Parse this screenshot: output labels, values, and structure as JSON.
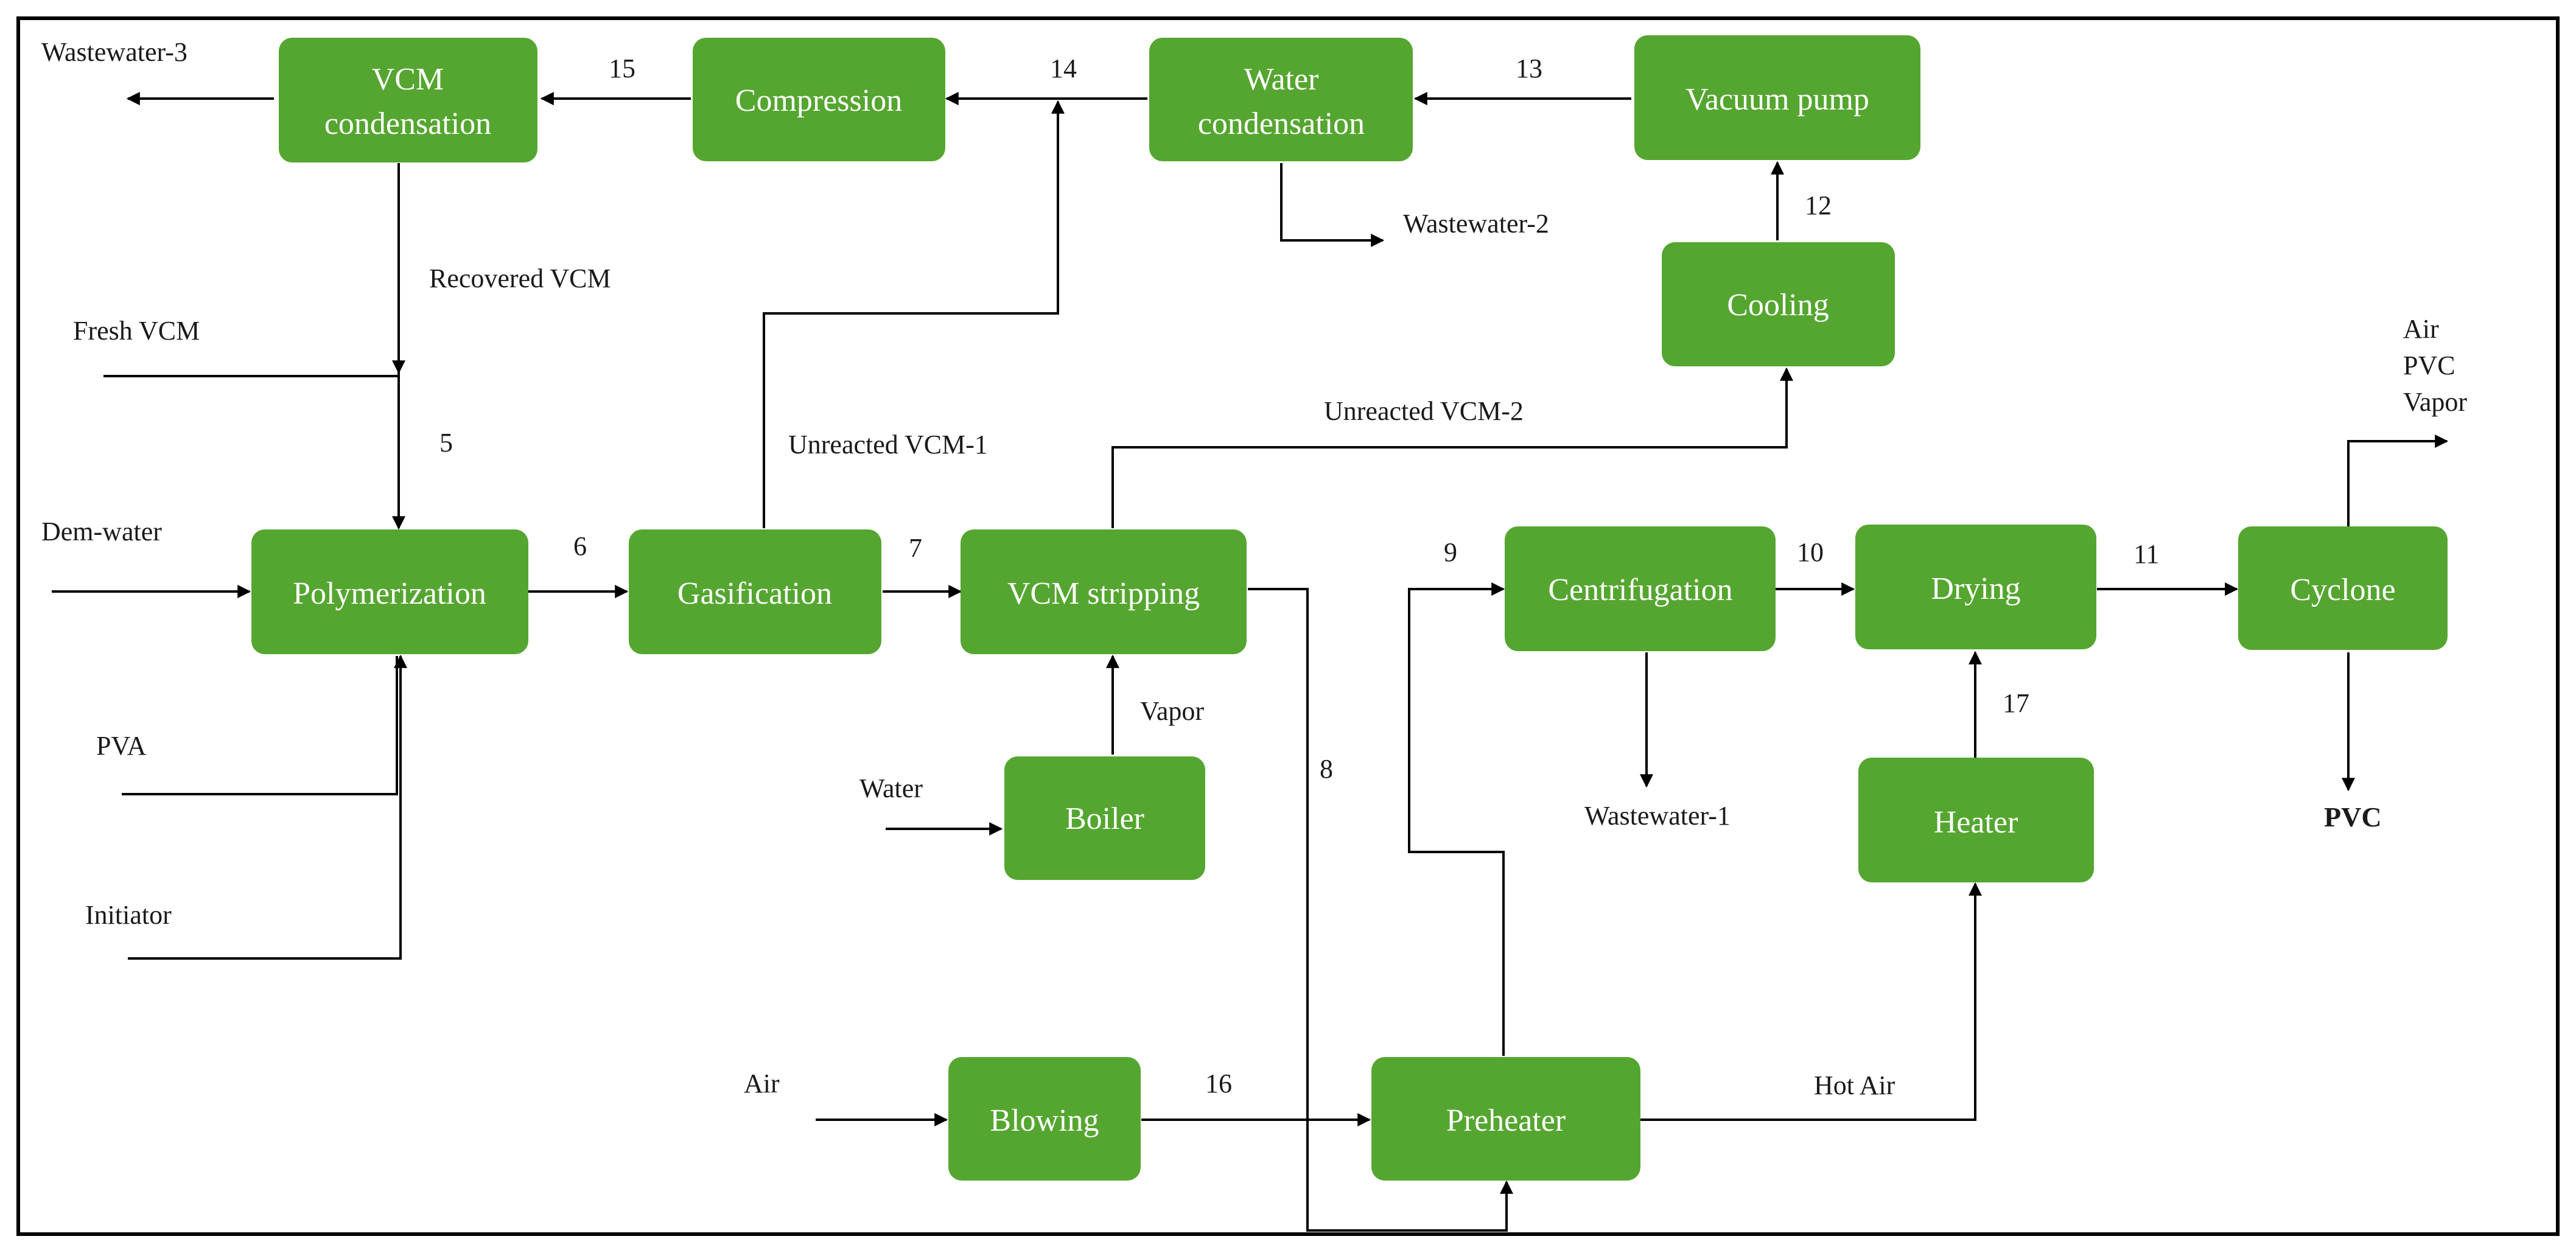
{
  "colors": {
    "box_fill": "#55a630",
    "line": "#000000",
    "frame": "#000000",
    "box_text": "#ffffff"
  },
  "units": {
    "vcm_condensation": [
      "VCM",
      "condensation"
    ],
    "compression": [
      "Compression"
    ],
    "water_condensation": [
      "Water",
      "condensation"
    ],
    "vacuum_pump": [
      "Vacuum pump"
    ],
    "cooling": [
      "Cooling"
    ],
    "polymerization": [
      "Polymerization"
    ],
    "gasification": [
      "Gasification"
    ],
    "vcm_stripping": [
      "VCM stripping"
    ],
    "boiler": [
      "Boiler"
    ],
    "centrifugation": [
      "Centrifugation"
    ],
    "drying": [
      "Drying"
    ],
    "heater": [
      "Heater"
    ],
    "cyclone": [
      "Cyclone"
    ],
    "blowing": [
      "Blowing"
    ],
    "preheater": [
      "Preheater"
    ]
  },
  "streams": {
    "wastewater_3": "Wastewater-3",
    "recovered_vcm": "Recovered VCM",
    "fresh_vcm": "Fresh VCM",
    "dem_water": "Dem-water",
    "pva": "PVA",
    "initiator": "Initiator",
    "unreacted_vcm_1": "Unreacted VCM-1",
    "unreacted_vcm_2": "Unreacted VCM-2",
    "wastewater_2": "Wastewater-2",
    "wastewater_1": "Wastewater-1",
    "water": "Water",
    "vapor": "Vapor",
    "air_in": "Air",
    "hot_air": "Hot Air",
    "cyclone_out": [
      "Air",
      "PVC",
      "Vapor"
    ],
    "pvc_product": "PVC"
  },
  "stream_numbers": {
    "s5": "5",
    "s6": "6",
    "s7": "7",
    "s8": "8",
    "s9": "9",
    "s10": "10",
    "s11": "11",
    "s12": "12",
    "s13": "13",
    "s14": "14",
    "s15": "15",
    "s16": "16",
    "s17": "17"
  }
}
